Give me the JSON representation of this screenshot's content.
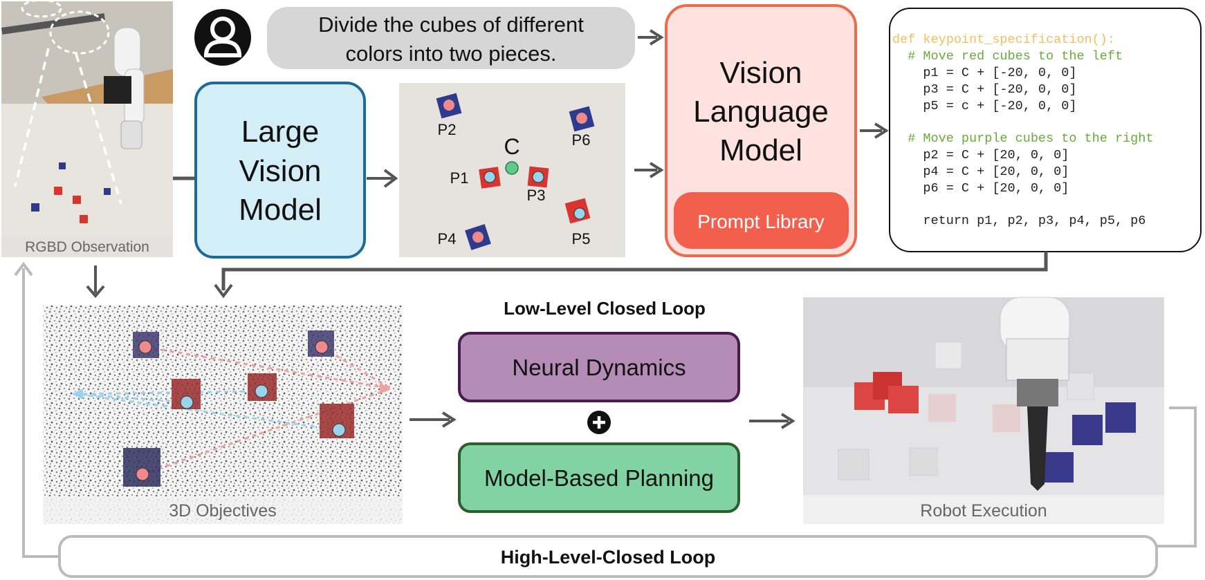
{
  "instruction": {
    "line1": "Divide the cubes of different",
    "line2": "colors into two pieces."
  },
  "large_vision_model": {
    "line1": "Large",
    "line2": "Vision",
    "line3": "Model"
  },
  "keypoints": {
    "center": "C",
    "p1": "P1",
    "p2": "P2",
    "p3": "P3",
    "p4": "P4",
    "p5": "P5",
    "p6": "P6"
  },
  "vision_language_model": {
    "line1": "Vision",
    "line2": "Language",
    "line3": "Model",
    "prompt_library": "Prompt Library"
  },
  "code": {
    "l1": "def keypoint_specification():",
    "l2": "  # Move red cubes to the left",
    "l3": "    p1 = C + [-20, 0, 0]",
    "l4": "    p3 = C + [-20, 0, 0]",
    "l5": "    p5 = c + [-20, 0, 0]",
    "l6": "  # Move purple cubes to the right",
    "l7": "    p2 = C + [20, 0, 0]",
    "l8": "    p4 = C + [20, 0, 0]",
    "l9": "    p6 = C + [20, 0, 0]",
    "l10": "    return p1, p2, p3, p4, p5, p6"
  },
  "rgbd": {
    "caption": "RGBD Observation"
  },
  "objectives": {
    "caption": "3D Objectives"
  },
  "low_level": {
    "title": "Low-Level Closed Loop",
    "neural_dynamics": "Neural Dynamics",
    "planning": "Model-Based Planning"
  },
  "robot": {
    "caption": "Robot Execution"
  },
  "high_level": {
    "title": "High-Level-Closed Loop"
  },
  "colors": {
    "red_cube": "#d9352e",
    "blue_cube": "#2e3a8c",
    "pink_dot": "#f08a8a",
    "cyan_dot": "#9ad4ea",
    "green_dot": "#5ec98a",
    "lvm_fill": "#d4eef8",
    "lvm_border": "#1d6a98",
    "vlm_fill": "#fde2df",
    "vlm_border": "#ee6a4a",
    "prompt_fill": "#f25f4c",
    "nd_fill": "#b48cb6",
    "nd_border": "#4a1a4c",
    "mbp_fill": "#82d3a4",
    "mbp_border": "#2a5e2a",
    "code_def": "#f0c060",
    "code_comment": "#6aaa3a"
  }
}
